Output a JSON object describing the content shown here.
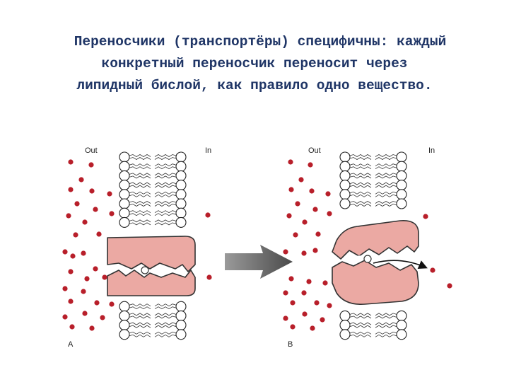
{
  "title": {
    "line1": "Переносчики (транспортёры) специфичны: каждый",
    "line2": "конкретный переносчик переносит через",
    "line3": "липидный бислой, как правило одно вещество."
  },
  "diagram": {
    "panel_a": {
      "out_label": "Out",
      "in_label": "In",
      "panel_label": "A"
    },
    "panel_b": {
      "out_label": "Out",
      "in_label": "In",
      "panel_label": "B"
    }
  },
  "colors": {
    "title_text": "#1f3566",
    "carrier_fill": "#eba9a3",
    "solute_dot": "#b81f2a",
    "arrow_fill": "#555555"
  }
}
